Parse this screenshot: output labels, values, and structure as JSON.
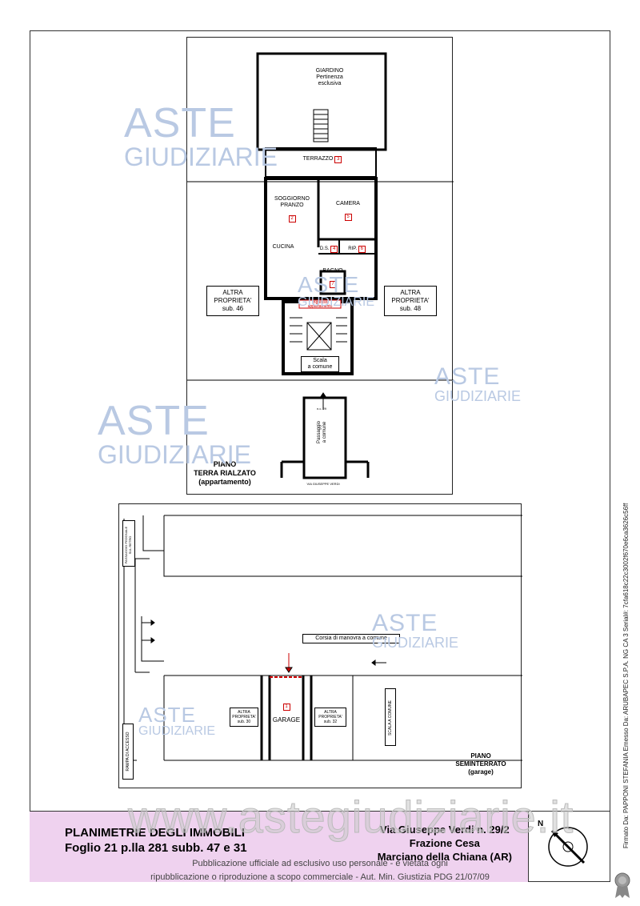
{
  "watermark": {
    "line1": "ASTE",
    "line2": "GIUDIZIARIE"
  },
  "site_watermark": "www.astegiudiziarie.it",
  "upper_plan": {
    "garden": {
      "title": "GIARDINO",
      "sub1": "Pertinenza",
      "sub2": "esclusiva"
    },
    "terrace": {
      "label": "TERRAZZO",
      "num": "3"
    },
    "living": {
      "line1": "SOGGIORNO",
      "line2": "PRANZO",
      "num": "2"
    },
    "kitchen": "CUCINA",
    "bedroom": {
      "label": "CAMERA",
      "num": "5"
    },
    "ds": {
      "label": "D.S.",
      "num": "4"
    },
    "rip": {
      "label": "RIP.",
      "num": "6"
    },
    "bath": {
      "label": "BAGNO",
      "num": "7"
    },
    "left_prop": {
      "line1": "ALTRA",
      "line2": "PROPRIETA'",
      "line3": "sub. 46"
    },
    "right_prop": {
      "line1": "ALTRA",
      "line2": "PROPRIETA'",
      "line3": "sub. 48"
    },
    "ingresso": {
      "line1": "Ingresso",
      "line2": "appartamento"
    },
    "stair": {
      "line1": "Scala",
      "line2": "a comune"
    },
    "passage": {
      "line1": "Passaggio",
      "line2": "a comune"
    },
    "entrance_tag": "n.c. 29",
    "street": "VIA GIUSEPPE VERDI",
    "floor": {
      "line1": "PIANO",
      "line2": "TERRA RIALZATO",
      "line3": "(appartamento)"
    }
  },
  "lower_plan": {
    "left_top": {
      "line1": "PASSAGGIO PEDONALE",
      "line2": "SUL RETRO"
    },
    "left_bottom": "RAMPA DI ACCESSO",
    "corsia": "Corsia di manovra a comune",
    "garage": {
      "label": "GARAGE",
      "num": "1"
    },
    "left_prop": {
      "line1": "ALTRA",
      "line2": "PROPRIETA'",
      "line3": "sub. 30"
    },
    "right_prop": {
      "line1": "ALTRA",
      "line2": "PROPRIETA'",
      "line3": "sub. 32"
    },
    "scala": "SCALA A COMUNE",
    "floor": {
      "line1": "PIANO",
      "line2": "SEMINTERRATO",
      "line3": "(garage)"
    }
  },
  "footer": {
    "title": "PLANIMETRIE DEGLI IMMOBILI",
    "subtitle": "Foglio 21 p.lla 281 subb. 47 e 31",
    "address1": "Via Giuseppe Verdi n. 29/2",
    "address2": "Frazione Cesa",
    "address3": "Marciano della Chiana (AR)",
    "north": "N"
  },
  "publication": {
    "line1": "Pubblicazione ufficiale ad esclusivo uso personale - è vietata ogni",
    "line2": "ripubblicazione o riproduzione a scopo commerciale - Aut. Min. Giustizia PDG 21/07/09"
  },
  "signature": "Firmato Da: PAPPONI STEFANIA Emesso Da: ARUBAPEC S.P.A. NG CA 3 Serial#: 7cfa618c22c3002f670e6ca3626c56ff"
}
